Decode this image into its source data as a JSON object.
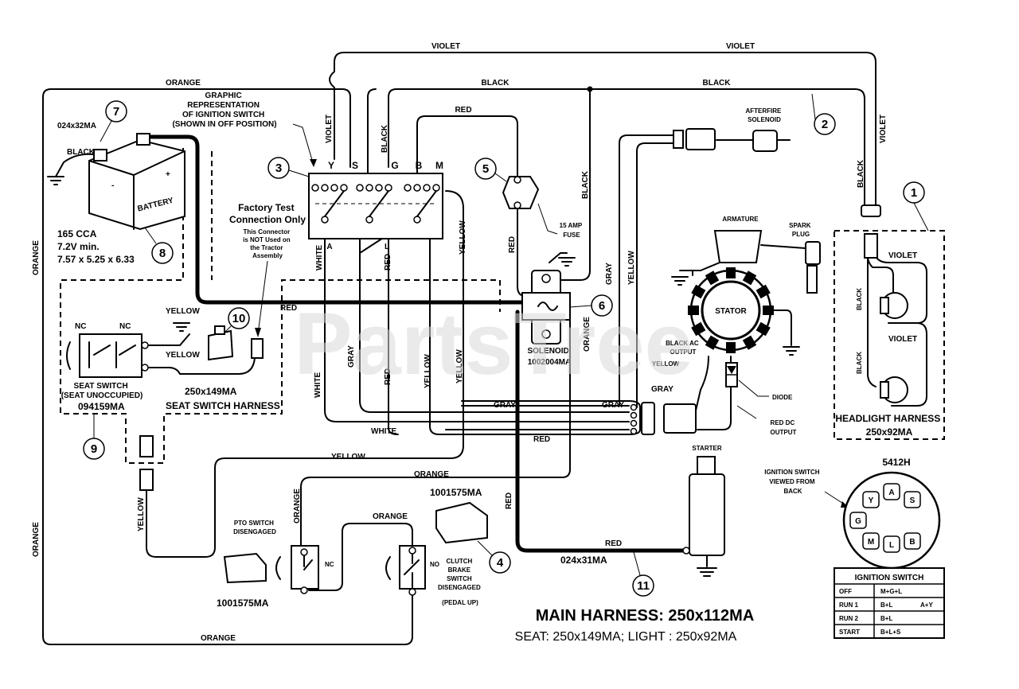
{
  "watermark": "PartsTree",
  "wire_labels": {
    "violet_top_left": "VIOLET",
    "violet_top_right": "VIOLET",
    "orange_top": "ORANGE",
    "black_top_mid": "BLACK",
    "black_top_right": "BLACK",
    "red_top": "RED",
    "violet_vertical_left": "VIOLET",
    "black_vertical_s": "BLACK",
    "black_vertical_fuse": "BLACK",
    "violet_vertical_right": "VIOLET",
    "black_vertical_right": "BLACK",
    "orange_left_upper": "ORANGE",
    "orange_left_lower": "ORANGE",
    "white_a": "WHITE",
    "red_l": "RED",
    "yellow_m": "YELLOW",
    "red_fuse": "RED",
    "red_main_horizontal": "RED",
    "gray_stator": "GRAY",
    "yellow_stator": "YELLOW",
    "yellow_seat": "YELLOW",
    "yellow_seat2": "YELLOW",
    "white_lower": "WHITE",
    "gray_lower": "GRAY",
    "red_lower": "RED",
    "yellow_lower": "YELLOW",
    "orange_solenoid": "ORANGE",
    "gray_bundle_left": "GRAY",
    "gray_bundle_right": "GRAY",
    "gray_connector": "GRAY",
    "white_bundle": "WHITE",
    "red_bundle": "RED",
    "yellow_bundle": "YELLOW",
    "orange_pto": "ORANGE",
    "orange_pto_vertical": "ORANGE",
    "orange_clutch": "ORANGE",
    "orange_bottom": "ORANGE",
    "red_starter_vertical": "RED",
    "red_starter": "RED",
    "yellow_seat_vertical": "YELLOW"
  },
  "ignition": {
    "title": "GRAPHIC\nREPRESENTATION\nOF IGNITION SWITCH\n(SHOWN IN OFF POSITION)",
    "title_lines": [
      "GRAPHIC",
      "REPRESENTATION",
      "OF IGNITION SWITCH",
      "(SHOWN IN OFF POSITION)"
    ],
    "terminals_top": [
      "Y",
      "S",
      "G",
      "B",
      "M"
    ],
    "terminals_bottom": [
      "A",
      "L"
    ]
  },
  "factory_test": {
    "title_lines": [
      "Factory Test",
      "Connection Only"
    ],
    "note_lines": [
      "This Connector",
      "is NOT Used on",
      "the Tractor",
      "Assembly"
    ]
  },
  "battery": {
    "label": "BATTERY",
    "part_top": "024x32MA",
    "ground_wire": "BLACK",
    "spec_lines": [
      "165 CCA",
      "7.2V min.",
      "7.57 x 5.25 x 6.33"
    ]
  },
  "fuse": {
    "lines": [
      "15 AMP",
      "FUSE"
    ]
  },
  "afterfire": {
    "lines": [
      "AFTERFIRE",
      "SOLENOID"
    ]
  },
  "armature": "ARMATURE",
  "spark_plug": {
    "lines": [
      "SPARK",
      "PLUG"
    ]
  },
  "stator": "STATOR",
  "black_ac": {
    "lines": [
      "BLACK AC",
      "OUTPUT"
    ]
  },
  "stator_yellow": "YELLOW",
  "diode": "DIODE",
  "red_dc": {
    "lines": [
      "RED DC",
      "OUTPUT"
    ]
  },
  "solenoid": {
    "lines": [
      "SOLENOID",
      "1002004MA"
    ]
  },
  "starter": "STARTER",
  "headlight": {
    "lines": [
      "HEADLIGHT HARNESS",
      "250x92MA"
    ],
    "wire_violet_1": "VIOLET",
    "wire_violet_2": "VIOLET",
    "wire_black_1": "BLACK",
    "wire_black_2": "BLACK"
  },
  "seat_switch": {
    "nc1": "NC",
    "nc2": "NC",
    "yellow_1": "YELLOW",
    "yellow_2": "YELLOW",
    "lines": [
      "SEAT SWITCH",
      "(SEAT UNOCCUPIED)"
    ],
    "part": "094159MA",
    "harness_part": "250x149MA",
    "harness_name": "SEAT SWITCH HARNESS"
  },
  "pto": {
    "lines": [
      "PTO SWITCH",
      "DISENGAGED"
    ],
    "nc": "NC",
    "part": "1001575MA"
  },
  "clutch": {
    "lines": [
      "CLUTCH",
      "BRAKE",
      "SWITCH",
      "DISENGAGED",
      "(PEDAL UP)"
    ],
    "no": "NO",
    "part": "1001575MA"
  },
  "red_cable_part": "024x31MA",
  "switch_view": {
    "part": "5412H",
    "lines": [
      "IGNITION SWITCH",
      "VIEWED FROM",
      "BACK"
    ],
    "pins": [
      "Y",
      "A",
      "S",
      "G",
      "M",
      "L",
      "B"
    ]
  },
  "table": {
    "header": "IGNITION SWITCH",
    "rows": [
      {
        "pos": "OFF",
        "circuit": "M+G+L",
        "extra": ""
      },
      {
        "pos": "RUN 1",
        "circuit": "B+L",
        "extra": "A+Y"
      },
      {
        "pos": "RUN 2",
        "circuit": "B+L",
        "extra": ""
      },
      {
        "pos": "START",
        "circuit": "B+L+S",
        "extra": ""
      }
    ]
  },
  "main_harness": "MAIN HARNESS: 250x112MA",
  "sub_harness": "SEAT: 250x149MA;     LIGHT : 250x92MA",
  "callouts": [
    "1",
    "2",
    "3",
    "4",
    "5",
    "6",
    "7",
    "8",
    "9",
    "10",
    "11"
  ]
}
